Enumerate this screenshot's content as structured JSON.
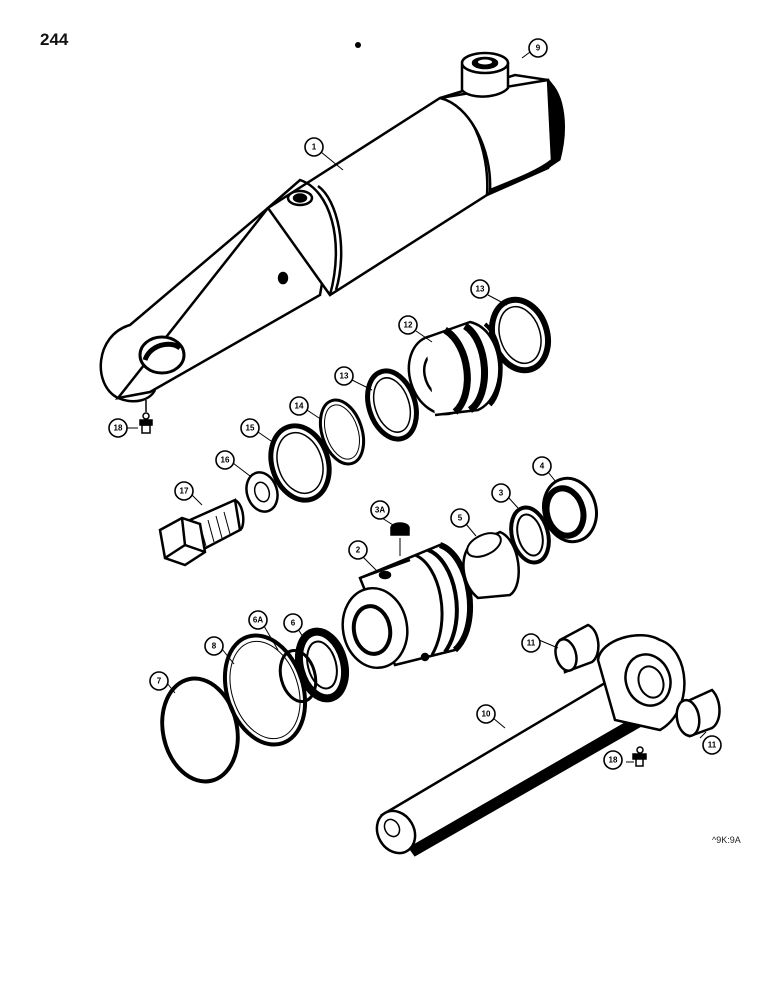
{
  "page_number": "244",
  "reference_code": "^9K:9A",
  "colors": {
    "ink": "#000000",
    "paper": "#ffffff"
  },
  "callouts": [
    {
      "id": "c1",
      "label": "1"
    },
    {
      "id": "c9",
      "label": "9"
    },
    {
      "id": "c13a",
      "label": "13"
    },
    {
      "id": "c12",
      "label": "12"
    },
    {
      "id": "c13b",
      "label": "13"
    },
    {
      "id": "c14",
      "label": "14"
    },
    {
      "id": "c15",
      "label": "15"
    },
    {
      "id": "c16",
      "label": "16"
    },
    {
      "id": "c17",
      "label": "17"
    },
    {
      "id": "c18a",
      "label": "18"
    },
    {
      "id": "c3A",
      "label": "3A"
    },
    {
      "id": "c2",
      "label": "2"
    },
    {
      "id": "c5",
      "label": "5"
    },
    {
      "id": "c3",
      "label": "3"
    },
    {
      "id": "c4",
      "label": "4"
    },
    {
      "id": "c6A",
      "label": "6A"
    },
    {
      "id": "c6",
      "label": "6"
    },
    {
      "id": "c8",
      "label": "8"
    },
    {
      "id": "c7",
      "label": "7"
    },
    {
      "id": "c11a",
      "label": "11"
    },
    {
      "id": "c11b",
      "label": "11"
    },
    {
      "id": "c10",
      "label": "10"
    },
    {
      "id": "c18b",
      "label": "18"
    }
  ]
}
